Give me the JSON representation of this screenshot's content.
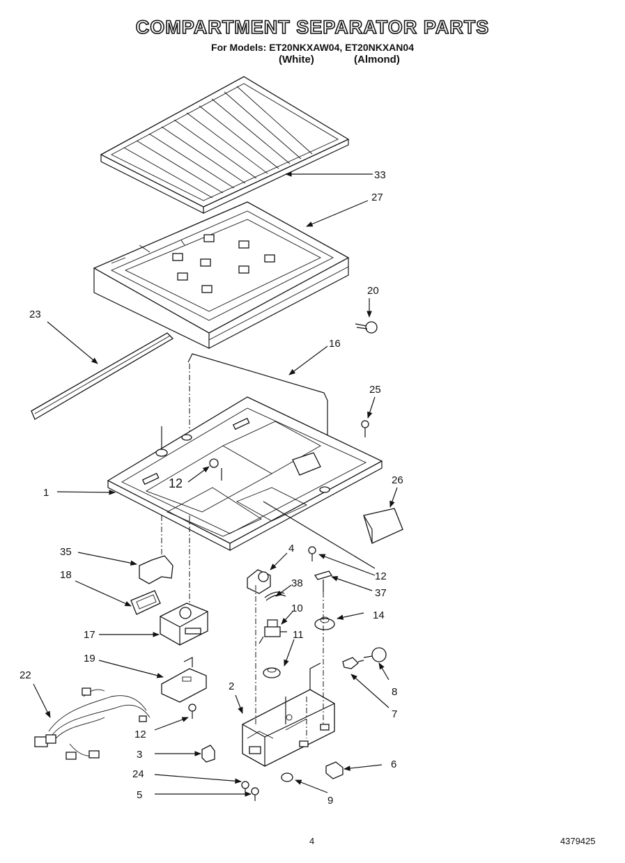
{
  "header": {
    "title": "COMPARTMENT SEPARATOR PARTS",
    "models_line": "For Models: ET20NKXAW04, ET20NKXAN04",
    "variant_white": "(White)",
    "variant_almond": "(Almond)"
  },
  "callouts": {
    "p1": "1",
    "p2": "2",
    "p3": "3",
    "p4": "4",
    "p5": "5",
    "p6": "6",
    "p7": "7",
    "p8": "8",
    "p9": "9",
    "p10": "10",
    "p11": "11",
    "p12a": "12",
    "p12b": "12",
    "p12c": "12",
    "p14": "14",
    "p16": "16",
    "p17": "17",
    "p18": "18",
    "p19": "19",
    "p20": "20",
    "p22": "22",
    "p23": "23",
    "p24": "24",
    "p25": "25",
    "p26": "26",
    "p27": "27",
    "p33": "33",
    "p35": "35",
    "p37": "37",
    "p38": "38"
  },
  "footer": {
    "page_number": "4",
    "doc_number": "4379425"
  },
  "colors": {
    "ink": "#111111",
    "paper": "#ffffff"
  }
}
